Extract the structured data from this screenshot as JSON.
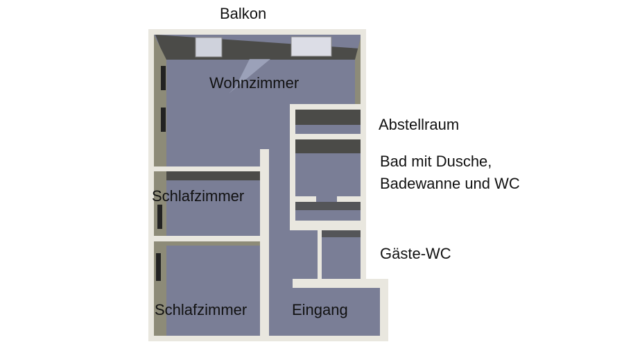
{
  "labels": {
    "balkon": "Balkon",
    "wohnzimmer": "Wohnzimmer",
    "abstellraum": "Abstellraum",
    "bad_line1": "Bad mit Dusche,",
    "bad_line2": "Badewanne und WC",
    "schlafzimmer1": "Schlafzimmer",
    "schlafzimmer2": "Schlafzimmer",
    "gaeste_wc": "Gäste-WC",
    "eingang": "Eingang"
  },
  "colors": {
    "floor": "#7a7e96",
    "wall_top": "#e9e7df",
    "wall_shade": "#4b4b48",
    "wall_side": "#8d8b78"
  }
}
